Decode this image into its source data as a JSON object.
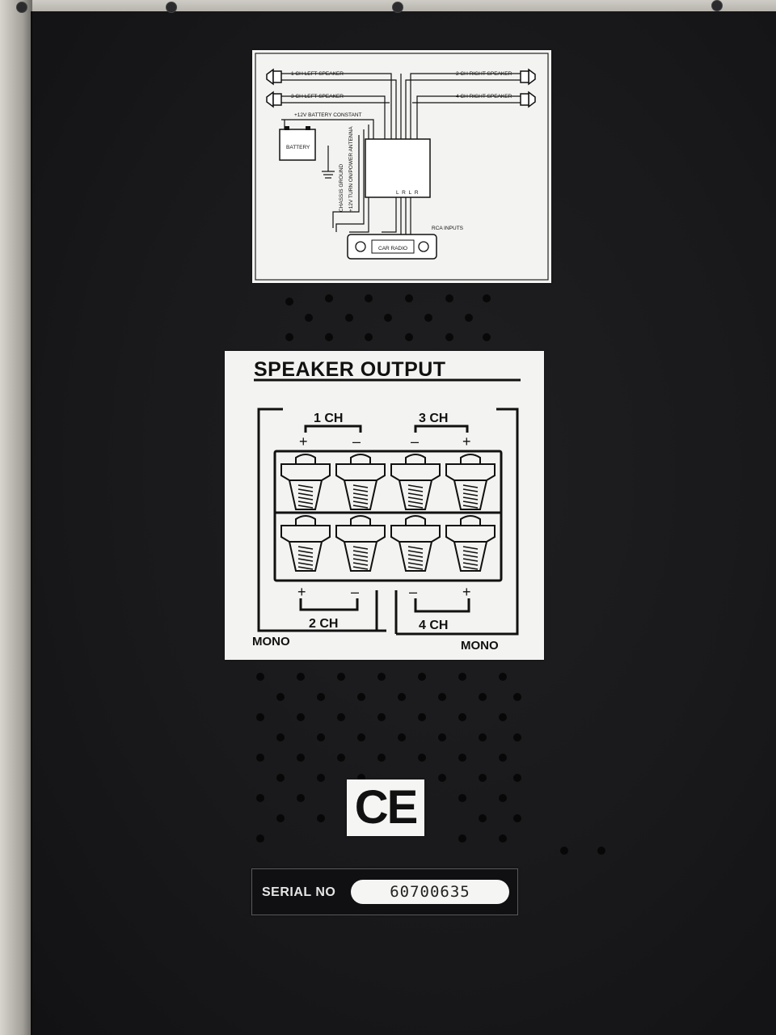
{
  "wiring_label": {
    "speaker_1": "1 CH LEFT SPEAKER",
    "speaker_2": "2 CH RIGHT SPEAKER",
    "speaker_3": "3 CH LEFT SPEAKER",
    "speaker_4": "4 CH RIGHT SPEAKER",
    "battery_constant": "+12V BATTERY CONSTANT",
    "battery": "BATTERY",
    "chassis_ground": "CHASSIS GROUND",
    "turn_on": "+12V TURN ON/POWER ANTENNA",
    "input_channels": "L R L R",
    "rca_inputs": "RCA INPUTS",
    "car_radio": "CAR RADIO"
  },
  "speaker_output": {
    "title": "SPEAKER OUTPUT",
    "ch1": "1 CH",
    "ch2": "2 CH",
    "ch3": "3 CH",
    "ch4": "4 CH",
    "mono_left": "MONO",
    "mono_right": "MONO",
    "plus": "+",
    "minus": "–"
  },
  "ce_mark": "CE",
  "serial": {
    "label": "SERIAL NO",
    "value": "60700635"
  }
}
